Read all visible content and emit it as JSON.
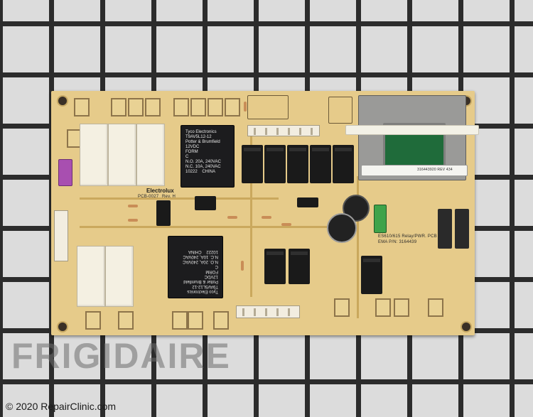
{
  "photo": {
    "subject": "Oven relay control board",
    "watermark": "FRIGIDAIRE",
    "copyright": "© 2020 RepairClinic.com"
  },
  "board": {
    "brand": "Electrolux",
    "relay_large_1": "Tyco Electronics\nT9AV5L12-12\nPotter & Brumfield\n12VDC\nFORM\nC\nN.O. 20A, 240VAC\nN.C. 10A, 240VAC\n10222    CHINA",
    "relay_large_2": "Tyco Electronics\nT9AV5L12-12\nPotter & Brumfield\n12VDC\nFORM\nC\nN.O. 20A, 240VAC\nN.C. 10A, 240VAC\n10222    CHINA",
    "model_text": "ES610/615 Relay/PWR. PCB",
    "part_number": "EMA P/N: 3164439",
    "pcb_code": "PCB-0027",
    "rev": "Rev. H",
    "transformer_label": "316443920  REV 434",
    "colors": {
      "board": "#e6cb8a",
      "grid": "#2c2c2c",
      "background": "#dcdcdc",
      "transformer_coil": "#1f6b3a"
    }
  }
}
